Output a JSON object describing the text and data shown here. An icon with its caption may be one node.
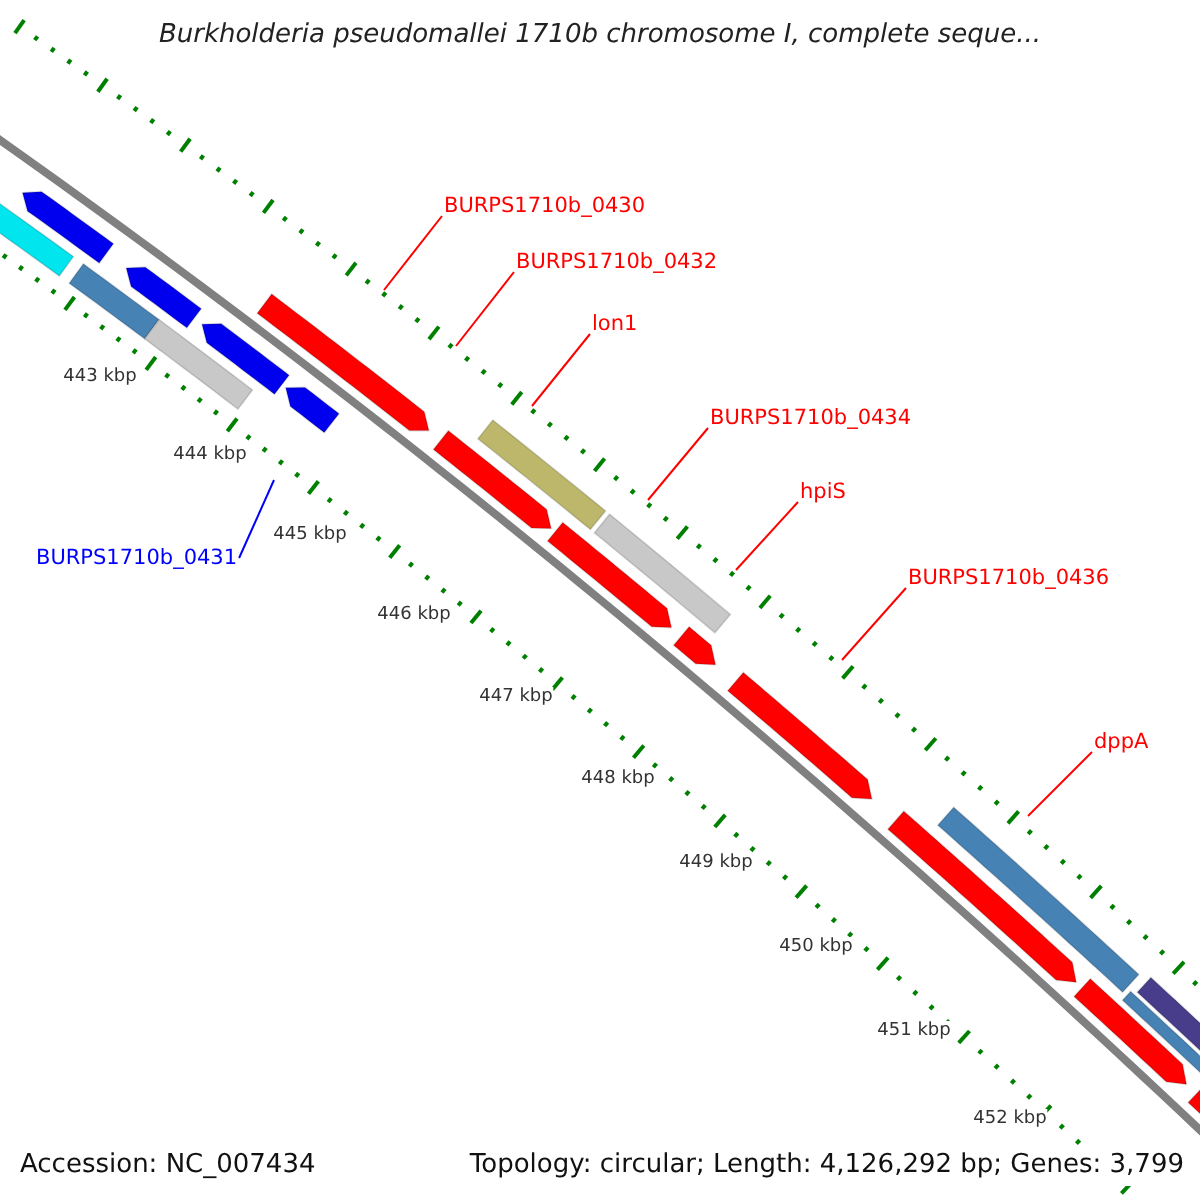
{
  "diagram": {
    "title": "Burkholderia pseudomallei 1710b chromosome I, complete seque...",
    "nodes": [
      {
        "text": [
          "BURPS1710b_0430"
        ]
      },
      {
        "text": [
          "BURPS1710b_0432"
        ]
      },
      {
        "text": [
          "lon1"
        ]
      },
      {
        "text": [
          "BURPS1710b_0434"
        ]
      },
      {
        "text": [
          "hpiS"
        ]
      },
      {
        "text": [
          "BURPS1710b_0436"
        ]
      },
      {
        "text": [
          "dppA"
        ]
      },
      {
        "text": [
          "BURPS1710b_0431"
        ]
      }
    ],
    "edges": [
      {
        "from": 0,
        "to": null,
        "arrow": "none"
      },
      {
        "from": 1,
        "to": null,
        "arrow": "none"
      },
      {
        "from": 2,
        "to": null,
        "arrow": "none"
      },
      {
        "from": 3,
        "to": null,
        "arrow": "none"
      },
      {
        "from": 4,
        "to": null,
        "arrow": "none"
      },
      {
        "from": 5,
        "to": null,
        "arrow": "none"
      },
      {
        "from": 6,
        "to": null,
        "arrow": "none"
      },
      {
        "from": 7,
        "to": null,
        "arrow": "none",
        "color": "#0000ff"
      }
    ],
    "labels": [
      "443 kbp",
      "444 kbp",
      "445 kbp",
      "446 kbp",
      "447 kbp",
      "448 kbp",
      "449 kbp",
      "450 kbp",
      "451 kbp",
      "452 kbp",
      "Accession: NC_007434",
      "Topology: circular; Length: 4,126,292 bp; Genes: 3,799"
    ]
  }
}
